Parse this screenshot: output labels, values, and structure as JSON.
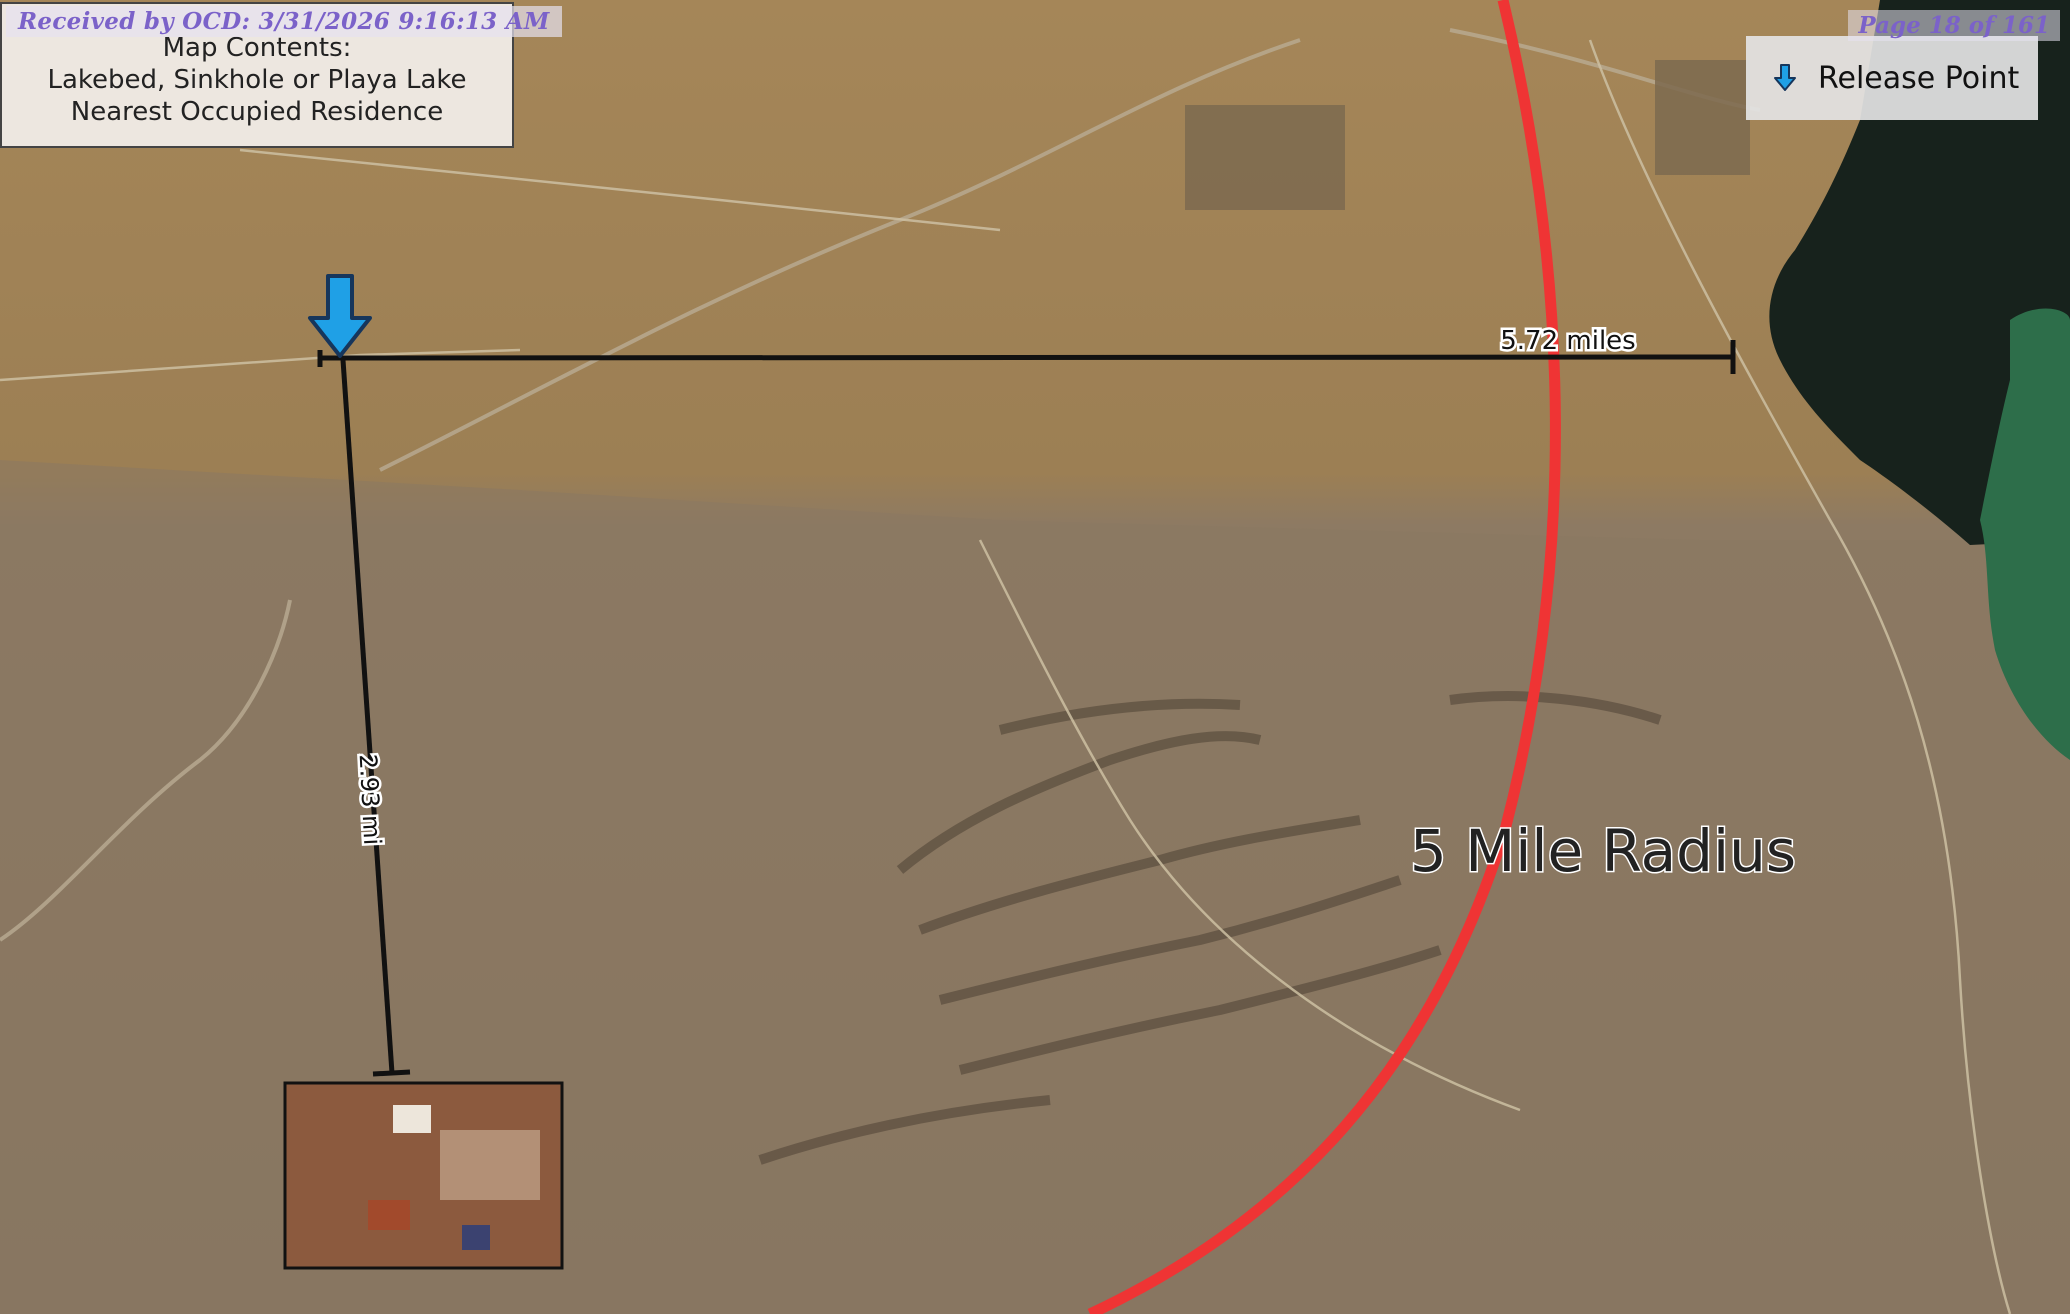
{
  "stamps": {
    "received": "Received by OCD: 3/31/2026 9:16:13 AM",
    "page": "Page 18 of 161"
  },
  "map_contents": {
    "heading": "Map Contents:",
    "items": [
      "Lakebed, Sinkhole or Playa Lake",
      "Nearest Occupied Residence"
    ]
  },
  "legend": {
    "items": [
      {
        "icon": "release-point-arrow-icon",
        "label": "Release Point",
        "color": "#1fa0e6"
      }
    ]
  },
  "measurements": {
    "east_distance": "5.72 miles",
    "south_distance": "2.93 mi"
  },
  "radius_label": "5 Mile Radius",
  "colors": {
    "radius_circle": "#ef3434",
    "measure_line": "#111111",
    "release_point": "#1fa0e6",
    "water_dark": "#17221c",
    "water_green": "#2d6e4a"
  }
}
